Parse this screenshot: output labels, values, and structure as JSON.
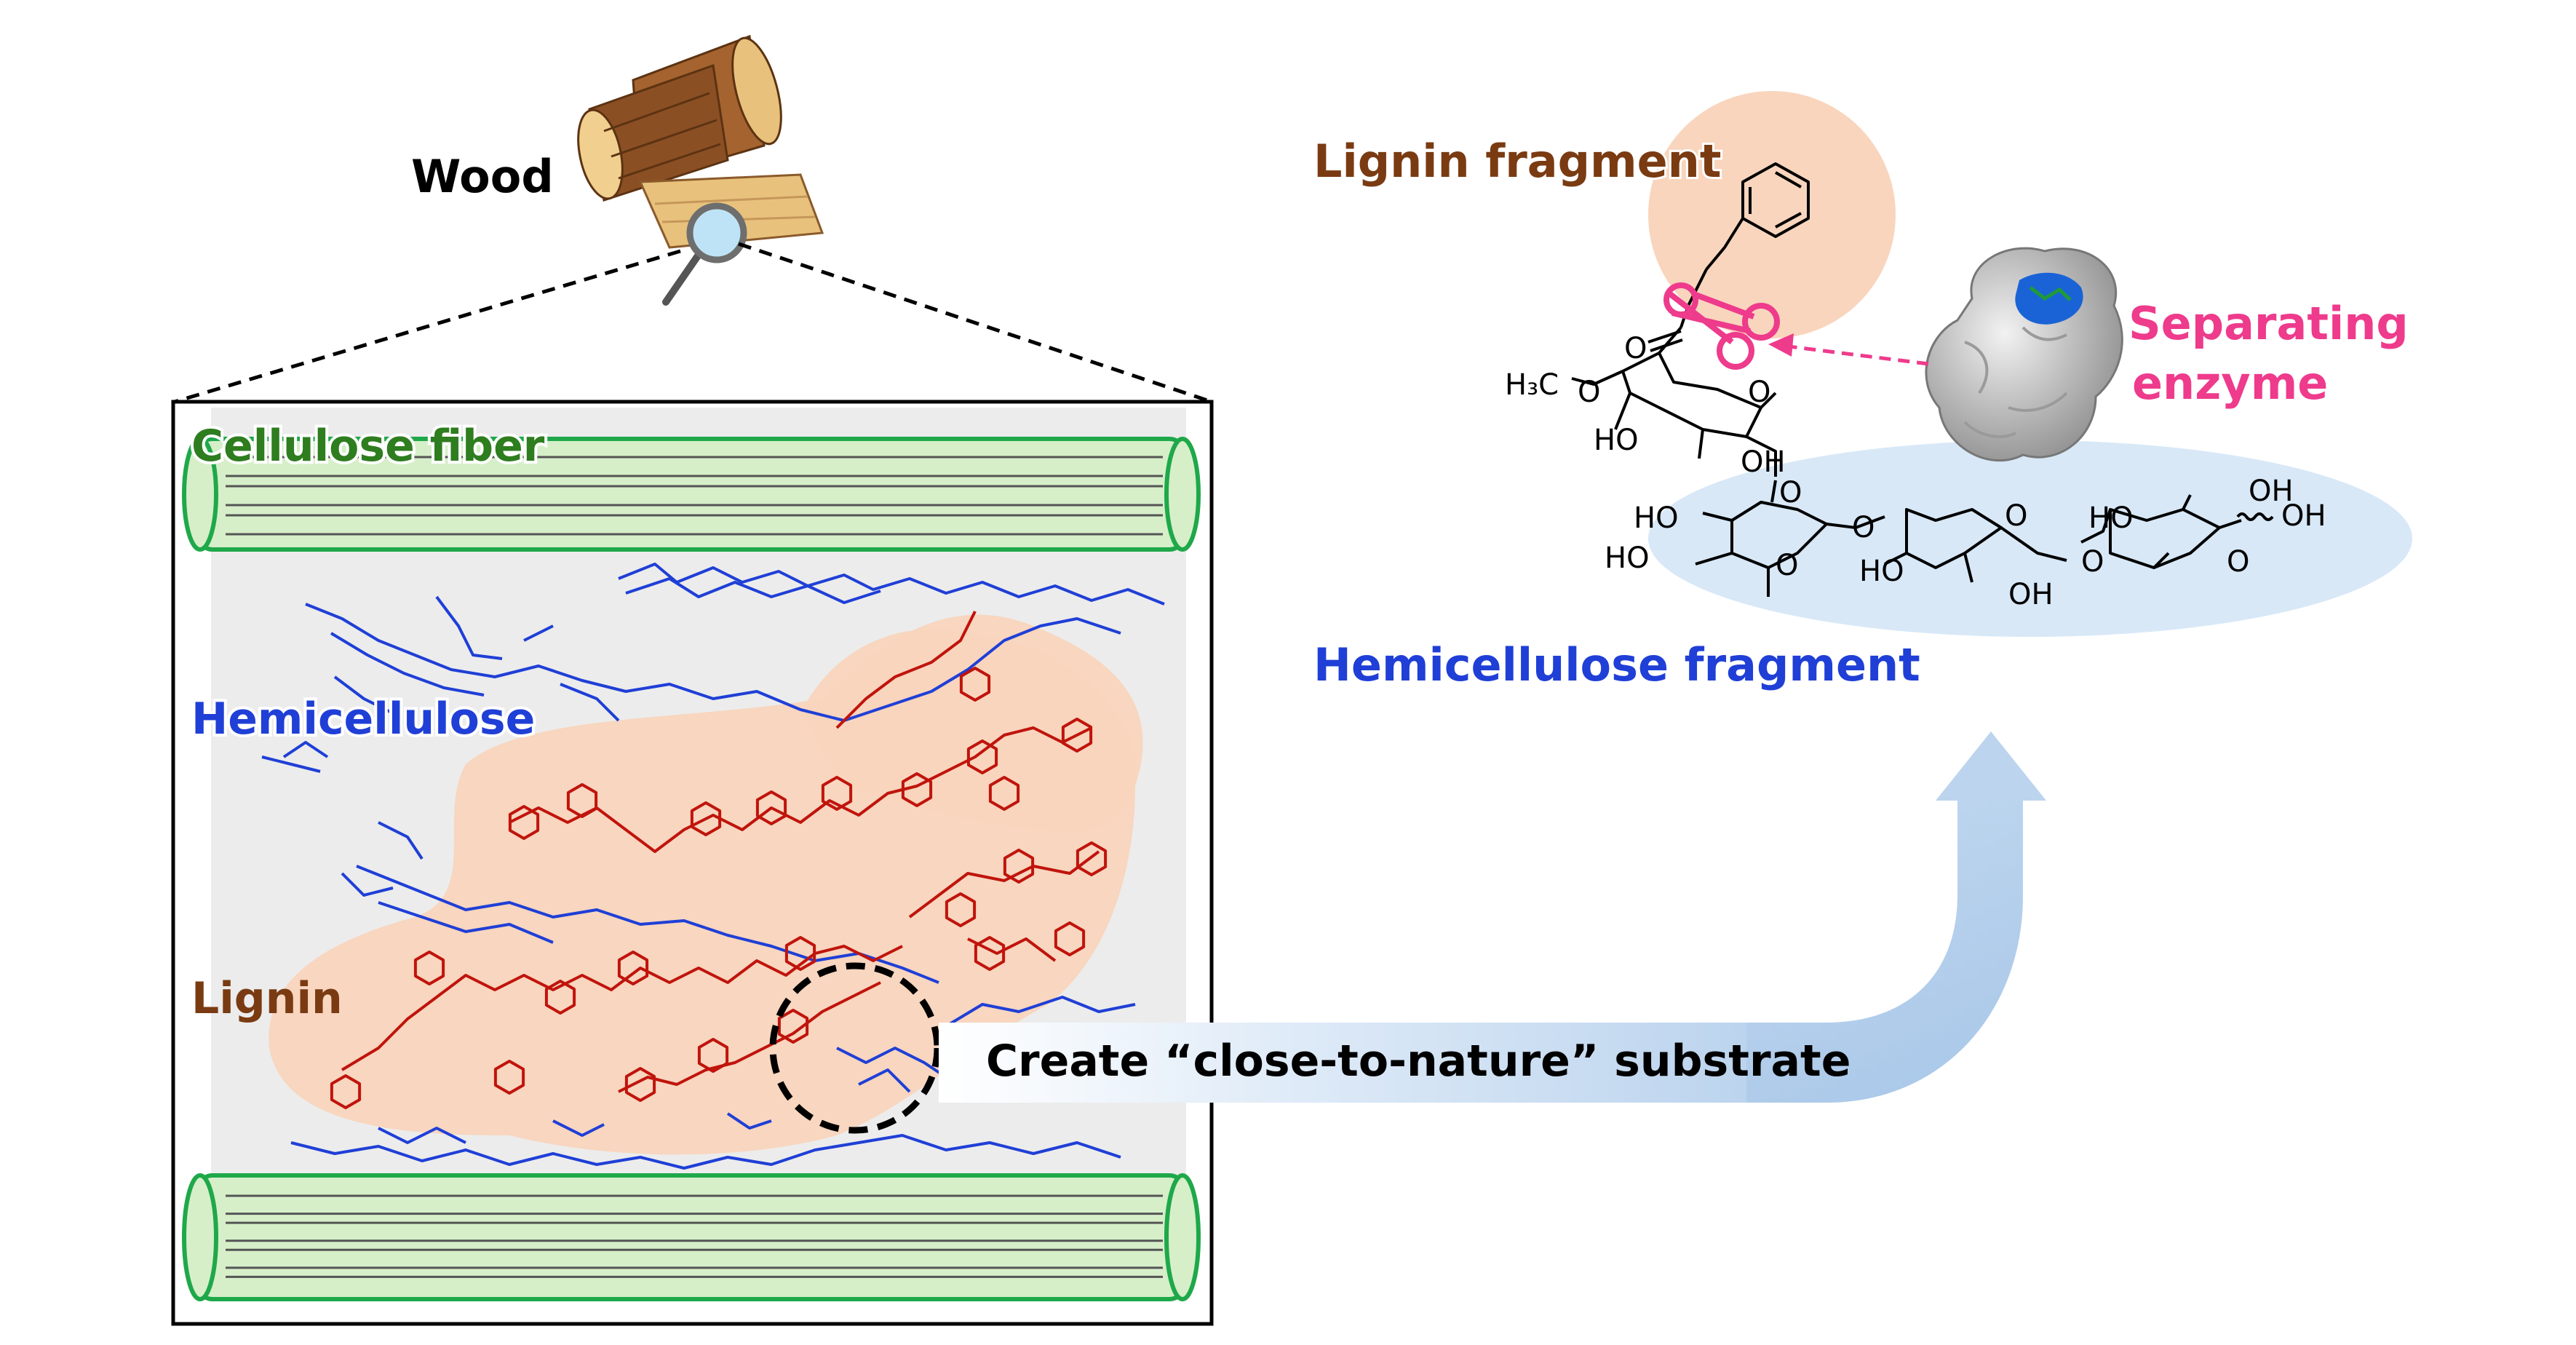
{
  "colors": {
    "cellulose": "#2e7d1f",
    "cellulose_fill": "#d6efc9",
    "cellulose_border": "#1fa84a",
    "hemicellulose": "#1f3fd6",
    "lignin_text": "#7a3b12",
    "lignin_chain": "#c0140c",
    "lignin_blob": "#f9d5bd",
    "enzyme_text": "#ee3b8c",
    "arrow_blue": "#a9c9ea",
    "fiber_strands": "#555555",
    "wood": "#9a5a2c",
    "wood_light": "#e8c27c"
  },
  "labels": {
    "wood": "Wood",
    "cellulose_fiber": "Cellulose fiber",
    "hemicellulose": "Hemicellulose",
    "lignin": "Lignin",
    "create_substrate": "Create “close-to-nature” substrate",
    "lignin_fragment": "Lignin fragment",
    "separating_enzyme_line1": "Separating",
    "separating_enzyme_line2": "enzyme",
    "hemicellulose_fragment": "Hemicellulose fragment"
  },
  "chemistry": {
    "h3c": "H₃C",
    "o": "O",
    "ho": "HO",
    "oh": "OH",
    "carbonyl_o": "O"
  },
  "icons": {
    "scissors": "scissors-icon",
    "magnifier": "magnifier-icon",
    "logs": "wood-logs-icon",
    "enzyme": "protein-structure-icon"
  }
}
